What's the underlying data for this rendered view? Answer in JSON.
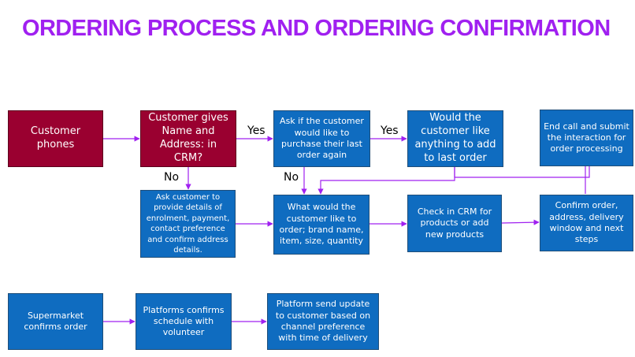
{
  "title": "ORDERING PROCESS AND ORDERING CONFIRMATION",
  "colors": {
    "title": "#a020f0",
    "box_blue": "#0f6cc0",
    "box_red": "#9a0030",
    "connector": "#a020f0"
  },
  "nodes": {
    "customer_phones": "Customer phones",
    "customer_gives_name": "Customer gives Name and Address: in CRM?",
    "ask_purchase_last": "Ask if the customer would like to purchase their last order again",
    "would_add": "Would the customer like anything to add to last order",
    "end_call": "End call and submit the interaction for order processing",
    "ask_details": "Ask customer to provide details of enrolment, payment, contact preference and confirm address details.",
    "what_order": "What would the customer like to order; brand name, item, size, quantity",
    "check_crm": "Check in CRM for products or add new products",
    "confirm_order": "Confirm order, address, delivery window and next steps",
    "supermarket_confirms": "Supermarket confirms order",
    "platforms_confirms": "Platforms confirms schedule with volunteer",
    "platform_send": "Platform send update to customer based on channel preference with time of delivery"
  },
  "labels": {
    "yes1": "Yes",
    "yes2": "Yes",
    "no1": "No",
    "no2": "No"
  }
}
